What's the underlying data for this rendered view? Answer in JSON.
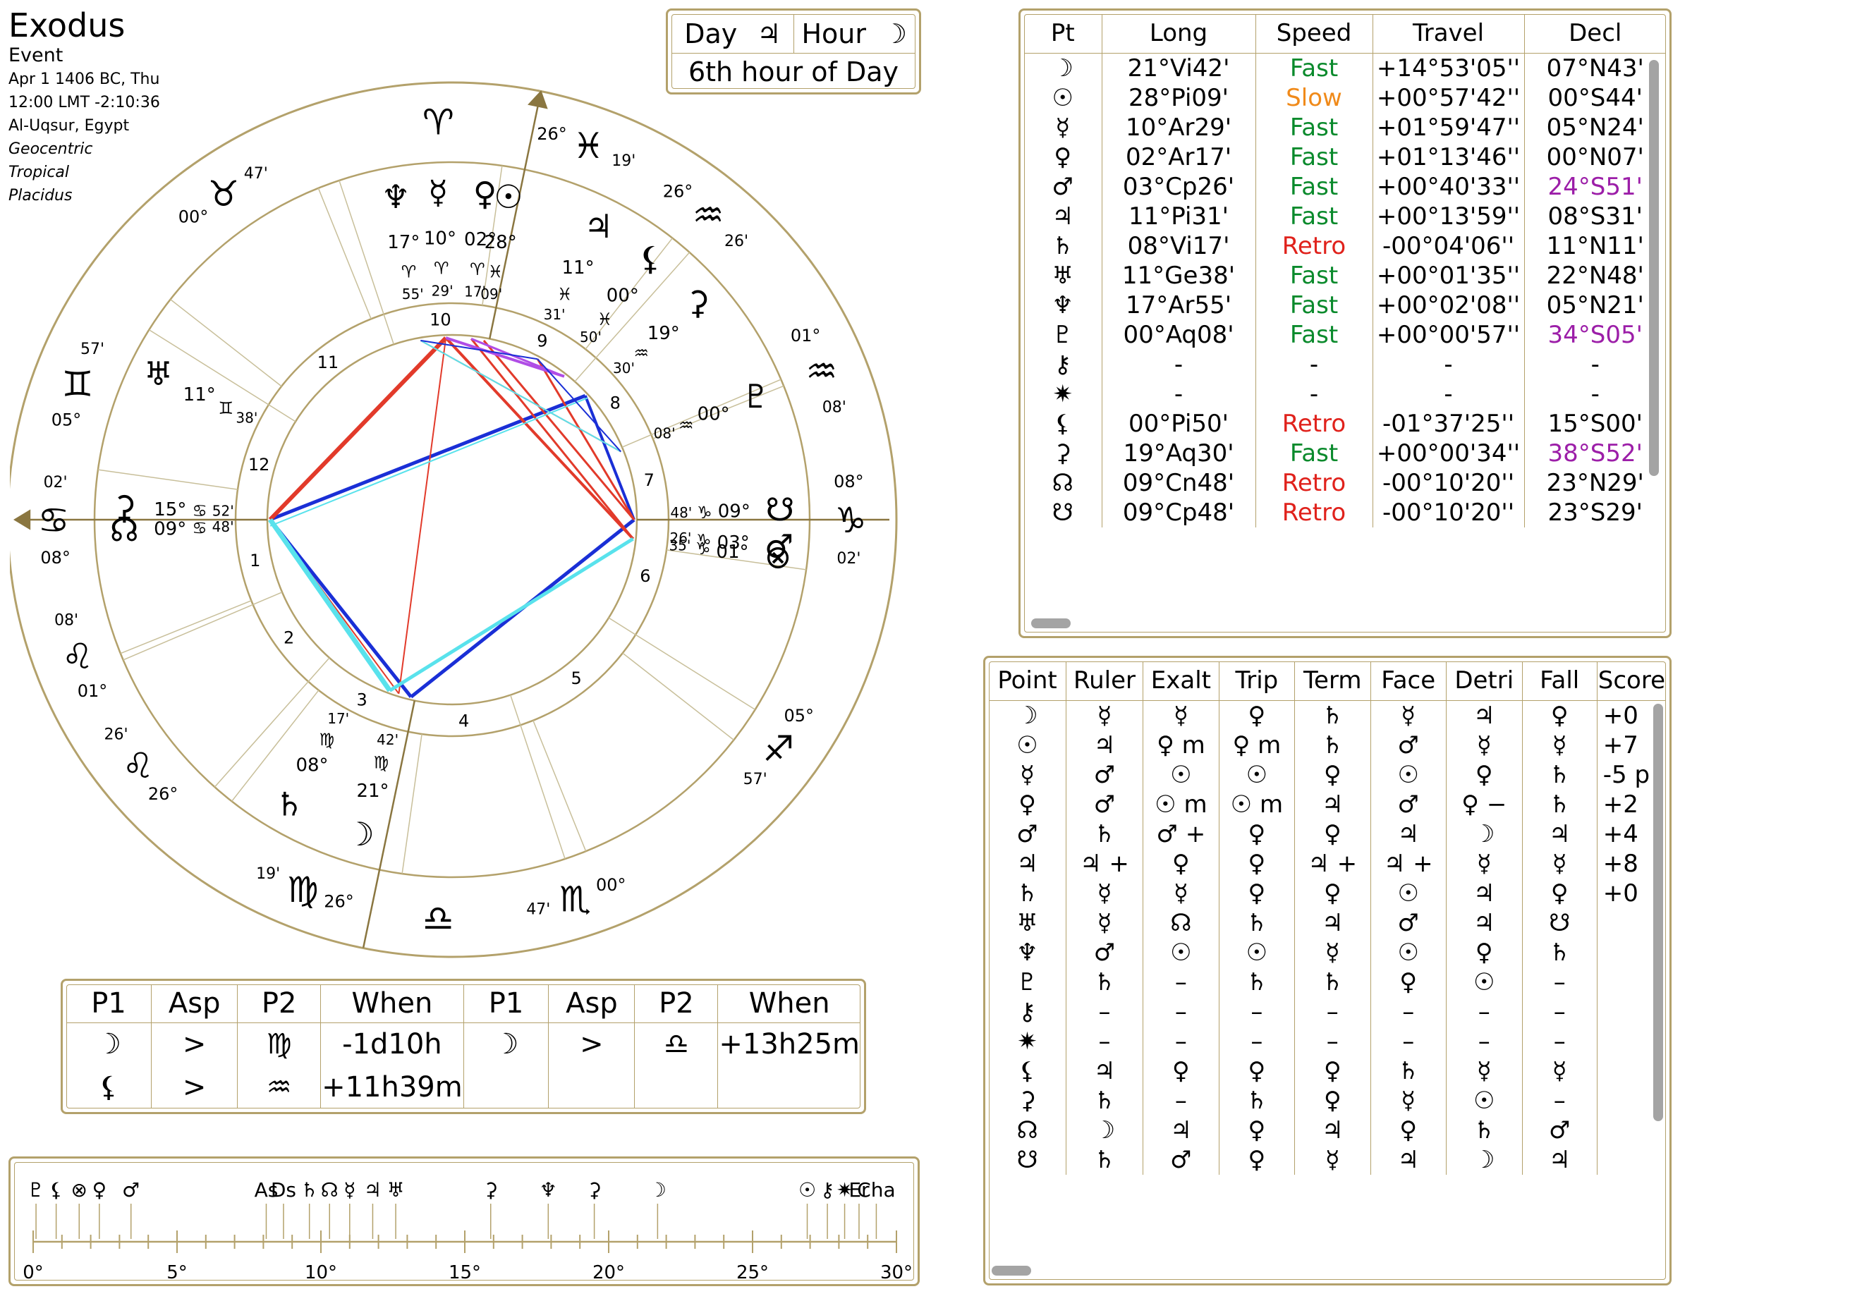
{
  "chart_info": {
    "title": "Exodus",
    "type": "Event",
    "date": "Apr 1 1406 BC, Thu",
    "time": "12:00 LMT -2:10:36",
    "place": "Al-Uqsur, Egypt",
    "zodiac_center": "Geocentric",
    "zodiac_type": "Tropical",
    "house_system": "Placidus"
  },
  "day_hour": {
    "day_label": "Day",
    "day_symbol": "♃",
    "hour_label": "Hour",
    "hour_symbol": "☽",
    "planetary_hour": "6th hour of Day"
  },
  "icons": {
    "moon": "moon-icon",
    "sun": "sun-icon",
    "mercury": "mercury-icon",
    "venus": "venus-icon",
    "mars": "mars-icon",
    "jupiter": "jupiter-icon",
    "saturn": "saturn-icon",
    "uranus": "uranus-icon",
    "neptune": "neptune-icon",
    "pluto": "pluto-icon",
    "chiron": "chiron-icon",
    "star": "star-icon",
    "lilith": "lilith-icon",
    "ceres": "ceres-icon",
    "north_node": "north-node-icon",
    "south_node": "south-node-icon",
    "fortune": "part-of-fortune-icon"
  },
  "planet_table": {
    "headers": [
      "Pt",
      "Long",
      "Speed",
      "Travel",
      "Decl"
    ],
    "rows": [
      {
        "pt": "☽",
        "long": "21°Vi42'",
        "speed": "Fast",
        "speed_color": "#0a8a2c",
        "travel": "+14°53'05''",
        "decl": "07°N43'",
        "decl_color": "#000000"
      },
      {
        "pt": "☉",
        "long": "28°Pi09'",
        "speed": "Slow",
        "speed_color": "#f08a1a",
        "travel": "+00°57'42''",
        "decl": "00°S44'",
        "decl_color": "#000000"
      },
      {
        "pt": "☿",
        "long": "10°Ar29'",
        "speed": "Fast",
        "speed_color": "#0a8a2c",
        "travel": "+01°59'47''",
        "decl": "05°N24'",
        "decl_color": "#000000"
      },
      {
        "pt": "♀",
        "long": "02°Ar17'",
        "speed": "Fast",
        "speed_color": "#0a8a2c",
        "travel": "+01°13'46''",
        "decl": "00°N07'",
        "decl_color": "#000000"
      },
      {
        "pt": "♂",
        "long": "03°Cp26'",
        "speed": "Fast",
        "speed_color": "#0a8a2c",
        "travel": "+00°40'33''",
        "decl": "24°S51'",
        "decl_color": "#9c1ea8"
      },
      {
        "pt": "♃",
        "long": "11°Pi31'",
        "speed": "Fast",
        "speed_color": "#0a8a2c",
        "travel": "+00°13'59''",
        "decl": "08°S31'",
        "decl_color": "#000000"
      },
      {
        "pt": "♄",
        "long": "08°Vi17'",
        "speed": "Retro",
        "speed_color": "#e0221c",
        "travel": "-00°04'06''",
        "decl": "11°N11'",
        "decl_color": "#000000"
      },
      {
        "pt": "♅",
        "long": "11°Ge38'",
        "speed": "Fast",
        "speed_color": "#0a8a2c",
        "travel": "+00°01'35''",
        "decl": "22°N48'",
        "decl_color": "#000000"
      },
      {
        "pt": "♆",
        "long": "17°Ar55'",
        "speed": "Fast",
        "speed_color": "#0a8a2c",
        "travel": "+00°02'08''",
        "decl": "05°N21'",
        "decl_color": "#000000"
      },
      {
        "pt": "♇",
        "long": "00°Aq08'",
        "speed": "Fast",
        "speed_color": "#0a8a2c",
        "travel": "+00°00'57''",
        "decl": "34°S05'",
        "decl_color": "#9c1ea8"
      },
      {
        "pt": "⚷",
        "long": "-",
        "speed": "-",
        "speed_color": "#000000",
        "travel": "-",
        "decl": "-",
        "decl_color": "#000000"
      },
      {
        "pt": "✷",
        "long": "-",
        "speed": "-",
        "speed_color": "#000000",
        "travel": "-",
        "decl": "-",
        "decl_color": "#000000"
      },
      {
        "pt": "⚸",
        "long": "00°Pi50'",
        "speed": "Retro",
        "speed_color": "#e0221c",
        "travel": "-01°37'25''",
        "decl": "15°S00'",
        "decl_color": "#000000"
      },
      {
        "pt": "⚳",
        "long": "19°Aq30'",
        "speed": "Fast",
        "speed_color": "#0a8a2c",
        "travel": "+00°00'34''",
        "decl": "38°S52'",
        "decl_color": "#9c1ea8"
      },
      {
        "pt": "☊",
        "long": "09°Cn48'",
        "speed": "Retro",
        "speed_color": "#e0221c",
        "travel": "-00°10'20''",
        "decl": "23°N29'",
        "decl_color": "#000000"
      },
      {
        "pt": "☋",
        "long": "09°Cp48'",
        "speed": "Retro",
        "speed_color": "#e0221c",
        "travel": "-00°10'20''",
        "decl": "23°S29'",
        "decl_color": "#000000"
      }
    ]
  },
  "dignity_table": {
    "headers": [
      "Point",
      "Ruler",
      "Exalt",
      "Trip",
      "Term",
      "Face",
      "Detri",
      "Fall",
      "Score"
    ],
    "rows": [
      [
        "☽",
        "☿",
        "☿",
        "♀",
        "♄",
        "☿",
        "♃",
        "♀",
        "+0"
      ],
      [
        "☉",
        "♃",
        "♀ m",
        "♀ m",
        "♄",
        "♂",
        "☿",
        "☿",
        "+7"
      ],
      [
        "☿",
        "♂",
        "☉",
        "☉",
        "♀",
        "☉",
        "♀",
        "♄",
        "-5 p"
      ],
      [
        "♀",
        "♂",
        "☉ m",
        "☉ m",
        "♃",
        "♂",
        "♀ −",
        "♄",
        "+2"
      ],
      [
        "♂",
        "♄",
        "♂ +",
        "♀",
        "♀",
        "♃",
        "☽",
        "♃",
        "+4"
      ],
      [
        "♃",
        "♃ +",
        "♀",
        "♀",
        "♃ +",
        "♃ +",
        "☿",
        "☿",
        "+8"
      ],
      [
        "♄",
        "☿",
        "☿",
        "♀",
        "♀",
        "☉",
        "♃",
        "♀",
        "+0"
      ],
      [
        "♅",
        "☿",
        "☊",
        "♄",
        "♃",
        "♂",
        "♃",
        "☋",
        ""
      ],
      [
        "♆",
        "♂",
        "☉",
        "☉",
        "☿",
        "☉",
        "♀",
        "♄",
        ""
      ],
      [
        "♇",
        "♄",
        "–",
        "♄",
        "♄",
        "♀",
        "☉",
        "–",
        ""
      ],
      [
        "⚷",
        "–",
        "–",
        "–",
        "–",
        "–",
        "–",
        "–",
        ""
      ],
      [
        "✷",
        "–",
        "–",
        "–",
        "–",
        "–",
        "–",
        "–",
        ""
      ],
      [
        "⚸",
        "♃",
        "♀",
        "♀",
        "♀",
        "♄",
        "☿",
        "☿",
        ""
      ],
      [
        "⚳",
        "♄",
        "–",
        "♄",
        "♀",
        "☿",
        "☉",
        "–",
        ""
      ],
      [
        "☊",
        "☽",
        "♃",
        "♀",
        "♃",
        "♀",
        "♄",
        "♂",
        ""
      ],
      [
        "☋",
        "♄",
        "♂",
        "♀",
        "☿",
        "♃",
        "☽",
        "♃",
        ""
      ]
    ]
  },
  "aspect_table": {
    "headers": [
      "P1",
      "Asp",
      "P2",
      "When",
      "P1",
      "Asp",
      "P2",
      "When"
    ],
    "row1": [
      "☽",
      ">",
      "♍",
      "-1d10h",
      "☽",
      ">",
      "♎",
      "+13h25m"
    ],
    "row2": [
      "⚸",
      ">",
      "♒",
      "+11h39m",
      "",
      "",
      "",
      ""
    ]
  },
  "degree_ruler": {
    "ticks": [
      "0°",
      "5°",
      "10°",
      "15°",
      "20°",
      "25°",
      "30°"
    ],
    "symbols": [
      {
        "g": "♇",
        "deg": 0.1
      },
      {
        "g": "⚸",
        "deg": 0.8
      },
      {
        "g": "⊗",
        "deg": 1.6
      },
      {
        "g": "♀",
        "deg": 2.3
      },
      {
        "g": "♂",
        "deg": 3.4
      },
      {
        "g": "As",
        "deg": 8.1
      },
      {
        "g": "Ds",
        "deg": 8.7
      },
      {
        "g": "♄",
        "deg": 9.6
      },
      {
        "g": "☊",
        "deg": 10.3
      },
      {
        "g": "☿",
        "deg": 11.0
      },
      {
        "g": "♃",
        "deg": 11.8
      },
      {
        "g": "♅",
        "deg": 12.6
      },
      {
        "g": "⚳",
        "deg": 15.9
      },
      {
        "g": "♆",
        "deg": 17.9
      },
      {
        "g": "⚳",
        "deg": 19.5
      },
      {
        "g": "☽",
        "deg": 21.7
      },
      {
        "g": "☉",
        "deg": 26.9
      },
      {
        "g": "⚷",
        "deg": 27.6
      },
      {
        "g": "✷",
        "deg": 28.2
      },
      {
        "g": "Er",
        "deg": 28.7
      },
      {
        "g": "Cha",
        "deg": 29.3
      }
    ]
  },
  "wheel": {
    "zodiac": [
      {
        "sym": "♈",
        "deg": "",
        "min": ""
      },
      {
        "sym": "♓",
        "deg": "26°",
        "min": "19'"
      },
      {
        "sym": "♒",
        "deg": "26°",
        "min": "26'"
      },
      {
        "sym": "♒",
        "deg": "01°",
        "min": "08'"
      },
      {
        "sym": "♑",
        "deg": "08°",
        "min": "02'"
      },
      {
        "sym": "♐",
        "deg": "05°",
        "min": "57'"
      },
      {
        "sym": "♏",
        "deg": "00°",
        "min": "47'"
      },
      {
        "sym": "♎",
        "deg": "",
        "min": ""
      },
      {
        "sym": "♍",
        "deg": "26°",
        "min": "19'"
      },
      {
        "sym": "♌",
        "deg": "26°",
        "min": "26'"
      },
      {
        "sym": "♌",
        "deg": "01°",
        "min": "08'"
      },
      {
        "sym": "♋",
        "deg": "08°",
        "min": "02'"
      },
      {
        "sym": "♊",
        "deg": "05°",
        "min": "57'"
      },
      {
        "sym": "♉",
        "deg": "00°",
        "min": "47'"
      }
    ],
    "house_numbers": [
      "1",
      "2",
      "3",
      "4",
      "5",
      "6",
      "7",
      "8",
      "9",
      "10",
      "11",
      "12"
    ],
    "planets": [
      {
        "g": "♆",
        "deg": "17°",
        "sign": "♈",
        "min": "55'"
      },
      {
        "g": "☿",
        "deg": "10°",
        "sign": "♈",
        "min": "29'"
      },
      {
        "g": "♀",
        "deg": "02°",
        "sign": "♈",
        "min": "17'"
      },
      {
        "g": "☉",
        "deg": "28°",
        "sign": "♓",
        "min": "09'"
      },
      {
        "g": "♃",
        "deg": "11°",
        "sign": "♓",
        "min": "31'"
      },
      {
        "g": "⚸",
        "deg": "00°",
        "sign": "♓",
        "min": "50'"
      },
      {
        "g": "⚳",
        "deg": "19°",
        "sign": "♒",
        "min": "30'"
      },
      {
        "g": "♇",
        "deg": "00°",
        "sign": "♒",
        "min": "08'"
      },
      {
        "g": "☋",
        "deg": "09°",
        "sign": "♑",
        "min": "48'"
      },
      {
        "g": "♂",
        "deg": "03°",
        "sign": "♑",
        "min": "26'"
      },
      {
        "g": "⊗",
        "deg": "01°",
        "sign": "♑",
        "min": "35'"
      },
      {
        "g": "☽",
        "deg": "21°",
        "sign": "♍",
        "min": "42'"
      },
      {
        "g": "♄",
        "deg": "08°",
        "sign": "♍",
        "min": "17'"
      },
      {
        "g": "☊",
        "deg": "09°",
        "sign": "♋",
        "min": "48'"
      },
      {
        "g": "⚳",
        "deg": "15°",
        "sign": "♋",
        "min": "52'"
      },
      {
        "g": "♅",
        "deg": "11°",
        "sign": "♊",
        "min": "38'"
      }
    ]
  }
}
